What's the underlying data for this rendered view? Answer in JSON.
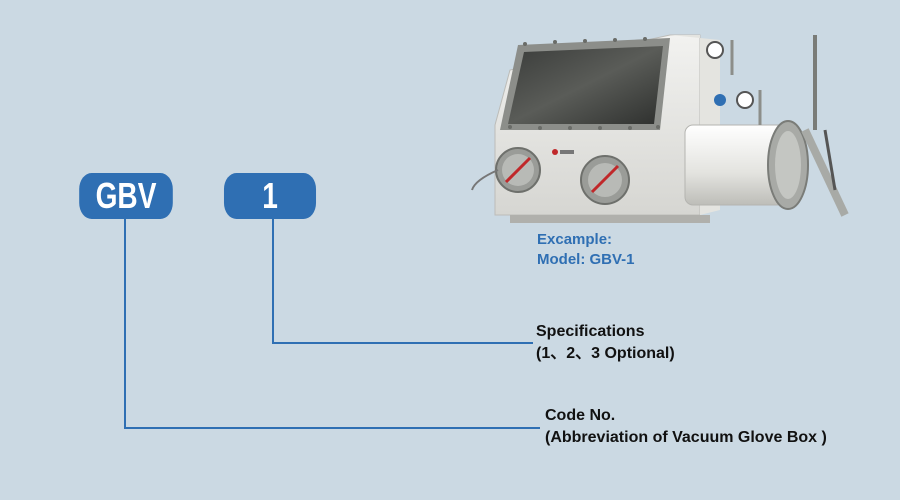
{
  "codes": {
    "prefix": "GBV",
    "suffix": "1"
  },
  "example": {
    "line1": "Excample:",
    "line2": "Model: GBV-1"
  },
  "annotations": {
    "specifications": {
      "title": "Specifications",
      "detail": "(1、2、3 Optional)"
    },
    "code_no": {
      "title": "Code No.",
      "detail": "(Abbreviation of Vacuum Glove Box )"
    }
  },
  "colors": {
    "background": "#cbd9e3",
    "pill": "#2f6fb3",
    "line": "#2f6fb3",
    "example_text": "#2f6fb3"
  },
  "image": {
    "description_icon": "vacuum-glove-box-photo"
  }
}
